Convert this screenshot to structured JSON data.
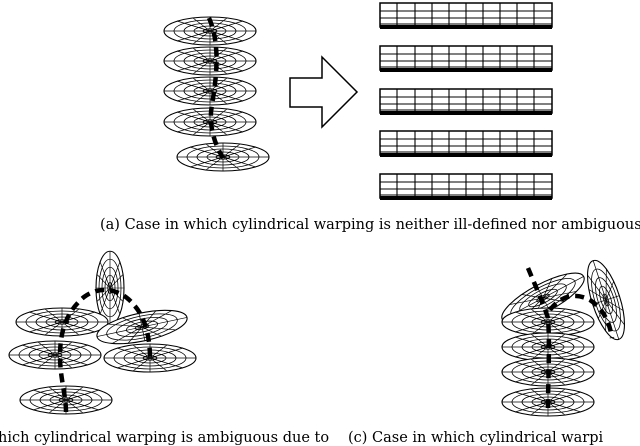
{
  "figure": {
    "caption_a": "(a) Case in which cylindrical warping is neither ill-defined nor ambiguous.",
    "caption_b": "hich cylindrical warping is ambiguous due to",
    "caption_c": "(c) Case in which cylindrical warpi"
  },
  "colors": {
    "ink": "#000000",
    "background": "#ffffff"
  },
  "icons": {
    "arrow": "hollow-right-arrow",
    "disk": "polar-grid-disk",
    "strip": "tiled-strip-grid"
  }
}
